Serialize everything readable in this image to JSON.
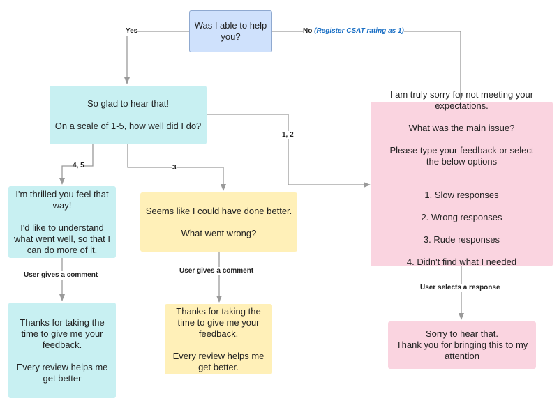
{
  "colors": {
    "decision": "#cfe1fc",
    "positive": "#c8f0f2",
    "neutral": "#fff0b8",
    "negative": "#fad4e0",
    "connector": "#9a9a9a",
    "note": "#1a6fc4"
  },
  "nodes": {
    "start": {
      "text": "Was I able to help\nyou?"
    },
    "glad": {
      "line1": "So glad to hear that!",
      "line2": "On a scale of 1-5, how well did I do?"
    },
    "thrilled": {
      "line1": "I'm thrilled you feel that\nway!",
      "line2": "I'd like to understand\nwhat went well, so that I\ncan do more of it."
    },
    "better": {
      "line1": "Seems like I could have done better.",
      "line2": "What went wrong?"
    },
    "sorry": {
      "line1": "I am truly sorry for not meeting your\nexpectations.",
      "line2": "What was the main issue?",
      "line3": "Please type your feedback or select\nthe below options",
      "options": [
        "1. Slow responses",
        "2. Wrong responses",
        "3. Rude responses",
        "4. Didn't find what I needed"
      ]
    },
    "thanks_left": {
      "line1": "Thanks for taking the\ntime to give me your\nfeedback.",
      "line2": "Every review helps me\nget better"
    },
    "thanks_mid": {
      "line1": "Thanks for taking the\ntime to give me your\nfeedback.",
      "line2": "Every review helps me\nget better."
    },
    "sorry_end": {
      "text": "Sorry to hear that.\nThank you for bringing this to my\nattention"
    }
  },
  "edges": {
    "yes": "Yes",
    "no": "No",
    "no_note": "(Register CSAT rating as 1)",
    "rating_45": "4, 5",
    "rating_3": "3",
    "rating_12": "1, 2",
    "comment_left": "User gives a comment",
    "comment_mid": "User gives a comment",
    "select_response": "User selects a response"
  }
}
